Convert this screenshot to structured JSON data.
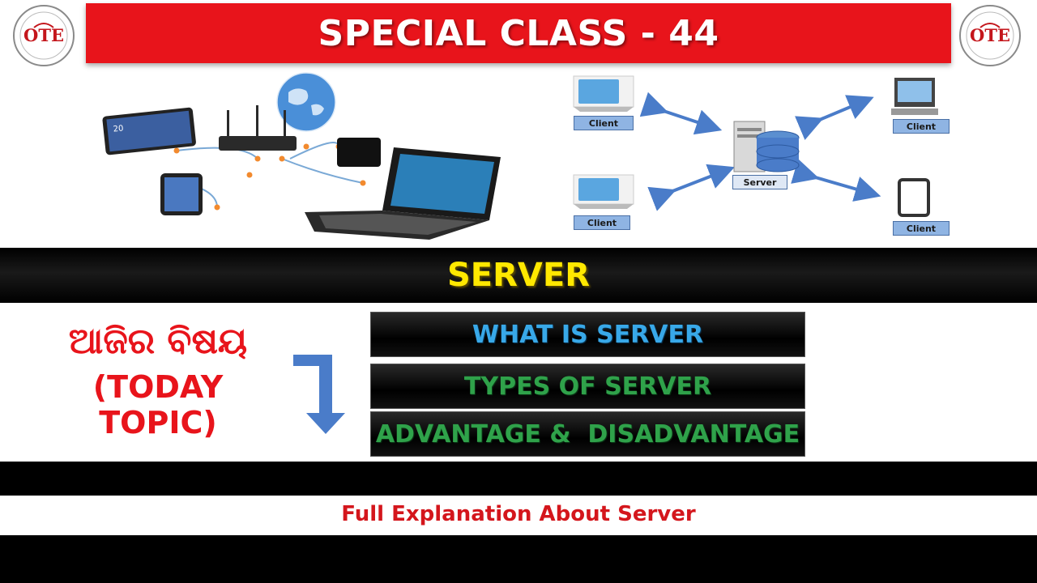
{
  "header": {
    "title": "SPECIAL CLASS - 44",
    "logo_text": "OTE"
  },
  "diagram": {
    "client_label": "Client",
    "server_label": "Server"
  },
  "band": {
    "title": "SERVER"
  },
  "topic": {
    "odia_heading": "ଆଜିର ବିଷୟ",
    "label": "(TODAY TOPIC)",
    "items": [
      {
        "label": "WHAT IS SERVER"
      },
      {
        "label": "TYPES OF SERVER"
      },
      {
        "label": "ADVANTAGE &  DISADVANTAGE"
      }
    ]
  },
  "footer": {
    "subtitle": "Full Explanation About Server"
  },
  "colors": {
    "title_bar": "#e8141b",
    "band_text": "#ffe800",
    "topic_blue": "#38a8e8",
    "topic_green": "#2fa24a",
    "arrow": "#4a7cc9"
  }
}
